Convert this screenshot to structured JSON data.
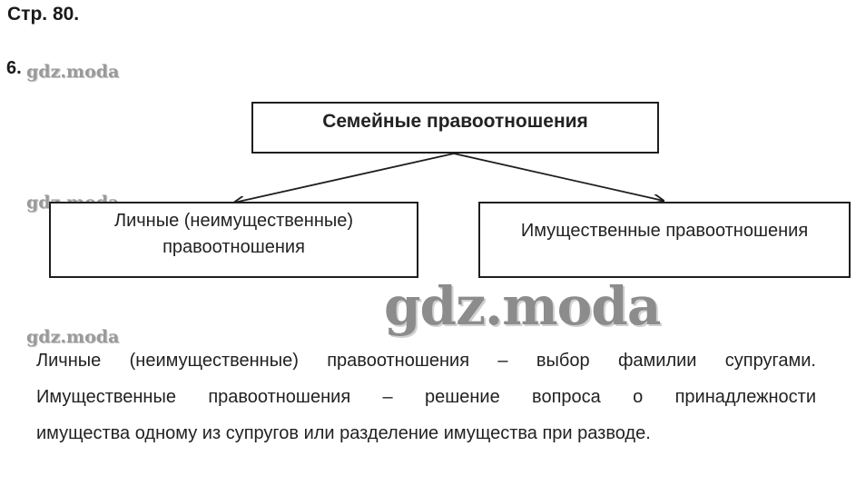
{
  "header": {
    "page_label": "Стр. 80."
  },
  "task": {
    "number": "6."
  },
  "watermark": {
    "text": "gdz.moda"
  },
  "diagram": {
    "root": "Семейные правоотношения",
    "left_line1": "Личные (неимущественные)",
    "left_line2": "правоотношения",
    "right": "Имущественные правоотношения"
  },
  "answer": {
    "line1": "Личные (неимущественные) правоотношения – выбор фамилии супругами.",
    "line2": "Имущественные правоотношения – решение вопроса о принадлежности",
    "line3": "имущества одному из супругов или разделение имущества при разводе."
  }
}
